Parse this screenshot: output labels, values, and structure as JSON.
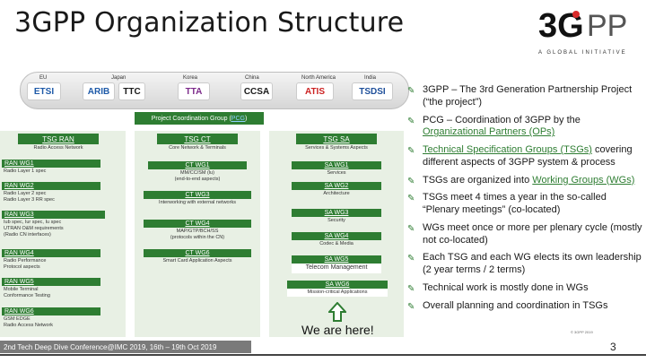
{
  "title": "3GPP Organization Structure",
  "logo": {
    "main": "3G",
    "pp": "PP",
    "tagline": "A GLOBAL INITIATIVE"
  },
  "banner": {
    "regions": [
      "EU",
      "Japan",
      "Korea",
      "China",
      "North America",
      "India"
    ],
    "partners": [
      "ETSI",
      "ARIB",
      "TTC",
      "TTA",
      "CCSA",
      "ATIS",
      "TSDSI"
    ],
    "colors": {
      "etsi": "#1e5aa8",
      "arib": "#1e5aa8",
      "ttc": "#1a1a1a",
      "tta": "#7c2a8a",
      "ccsa": "#1a1a1a",
      "atis": "#cc2222",
      "tsdsi": "#1e4f9a"
    }
  },
  "pcg": {
    "label": "Project Coordination Group (",
    "link": "PCG",
    "close": ")"
  },
  "tsg_ran": {
    "name": "TSG RAN",
    "desc": "Radio Access Network",
    "wgs": [
      {
        "name": "RAN WG1",
        "desc": "Radio Layer 1 spec"
      },
      {
        "name": "RAN WG2",
        "desc": "Radio Layer 2 spec\nRadio Layer 3 RR spec"
      },
      {
        "name": "RAN WG3",
        "desc": "Iub spec, Iur spec, Iu spec\nUTRAN O&M requirements\n(Radio CN interfaces)"
      },
      {
        "name": "RAN WG4",
        "desc": "Radio Performance\nProtocol aspects"
      },
      {
        "name": "RAN WG5",
        "desc": "Mobile Terminal\nConformance Testing"
      },
      {
        "name": "RAN WG6",
        "desc": "GSM EDGE\nRadio Access Network"
      }
    ]
  },
  "tsg_ct": {
    "name": "TSG CT",
    "desc": "Core Network & Terminals",
    "wgs": [
      {
        "name": "CT WG1",
        "desc": "MM/CC/SM (lu)\n(end-to-end aspects)"
      },
      {
        "name": "CT WG3",
        "desc": "Interworking with external networks"
      },
      {
        "name": "CT WG4",
        "desc": "MAP/GTP/BCH/SS\n(protocols within the CN)"
      },
      {
        "name": "CT WG6",
        "desc": "Smart Card Application Aspects"
      }
    ]
  },
  "tsg_sa": {
    "name": "TSG SA",
    "desc": "Services & Systems Aspects",
    "wgs": [
      {
        "name": "SA WG1",
        "desc": "Services"
      },
      {
        "name": "SA WG2",
        "desc": "Architecture"
      },
      {
        "name": "SA WG3",
        "desc": "Security"
      },
      {
        "name": "SA WG4",
        "desc": "Codec & Media"
      },
      {
        "name": "SA WG5",
        "desc": "Telecom Management"
      },
      {
        "name": "SA WG6",
        "desc": "Mission-critical Applications"
      }
    ]
  },
  "bullets": [
    {
      "pre": "3GPP – The 3rd Generation Partnership Project (“the project”)",
      "hl": "",
      "post": ""
    },
    {
      "pre": "PCG – Coordination of 3GPP by the ",
      "hl": "Organizational Partners (OPs)",
      "post": ""
    },
    {
      "pre": "",
      "hl": "Technical Specification Groups (TSGs)",
      "post": " covering different aspects of 3GPP system & process"
    },
    {
      "pre": "TSGs are organized into ",
      "hl": "Working Groups (WGs)",
      "post": ""
    },
    {
      "pre": "TSGs meet 4 times a year in the so-called “Plenary meetings” (co-located)",
      "hl": "",
      "post": ""
    },
    {
      "pre": "WGs meet once or more per plenary cycle (mostly not co-located)",
      "hl": "",
      "post": ""
    },
    {
      "pre": "Each TSG and each WG elects its own leadership (2 year terms / 2 terms)",
      "hl": "",
      "post": ""
    },
    {
      "pre": "Technical work is mostly done in WGs",
      "hl": "",
      "post": ""
    },
    {
      "pre": "Overall planning and coordination in TSGs",
      "hl": "",
      "post": ""
    }
  ],
  "here_label": "We are here!",
  "footer": "2nd Tech Deep Dive Conference@IMC 2019, 16th – 19th Oct 2019",
  "copyright": "© 3GPP 2019",
  "page_number": "3"
}
